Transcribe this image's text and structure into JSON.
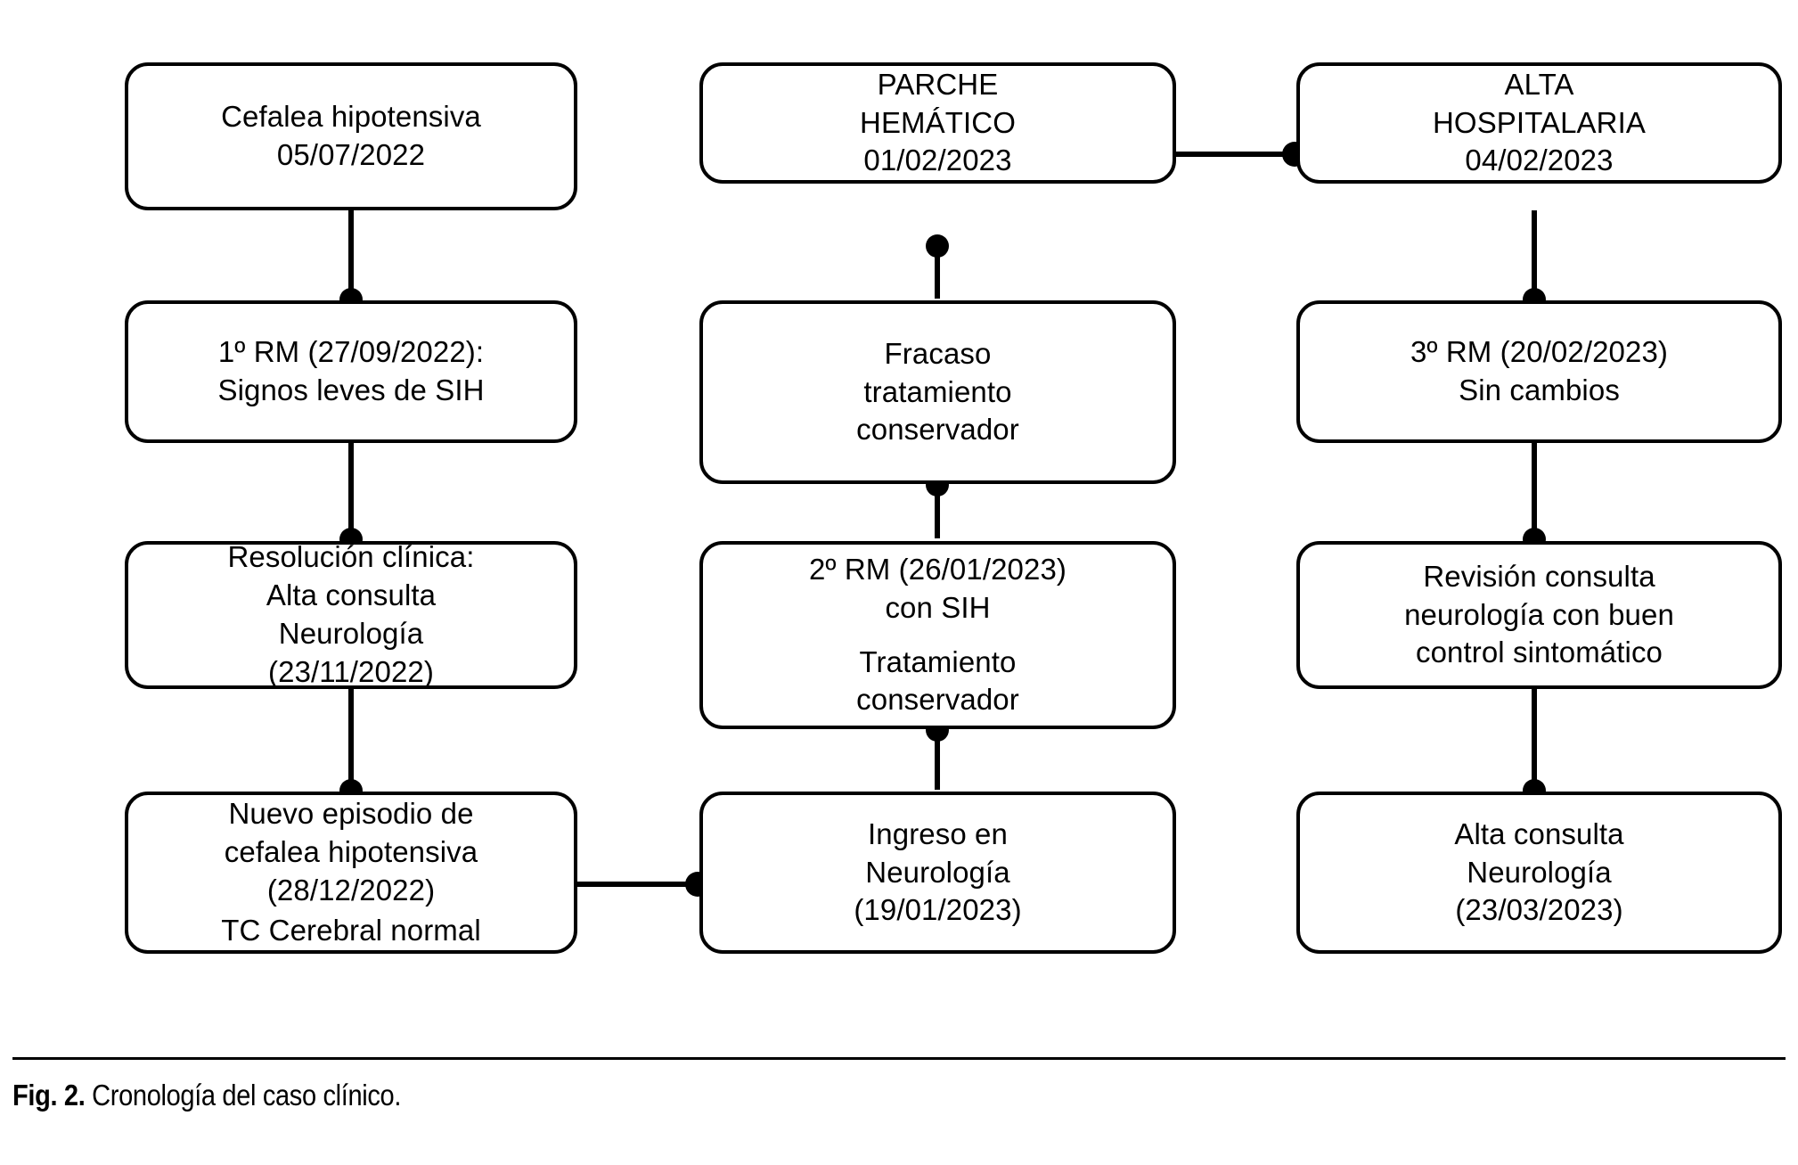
{
  "figure": {
    "label": "Fig. 2.",
    "text": "Cronología del caso clínico.",
    "stroke_color": "#000000",
    "fill_color": "#ffffff"
  },
  "columns": [
    {
      "id": "column-left",
      "nodes": [
        {
          "id": "node-cefalea-hipotensiva",
          "lines": [
            "Cefalea hipotensiva",
            "05/07/2022"
          ]
        },
        {
          "id": "node-1rm",
          "lines": [
            "1º RM (27/09/2022):",
            "Signos leves de SIH"
          ]
        },
        {
          "id": "node-resolucion-clinica",
          "lines": [
            "Resolución clínica:",
            "",
            "Alta consulta",
            "Neurología",
            "(23/11/2022)"
          ]
        },
        {
          "id": "node-nuevo-episodio",
          "lines": [
            "Nuevo episodio de",
            "cefalea hipotensiva",
            "(28/12/2022)",
            "",
            "TC Cerebral normal"
          ]
        }
      ]
    },
    {
      "id": "column-middle",
      "nodes": [
        {
          "id": "node-parche-hematico",
          "lines": [
            "PARCHE",
            "HEMÁTICO",
            "01/02/2023"
          ]
        },
        {
          "id": "node-fracaso-tratamiento",
          "lines": [
            "Fracaso",
            "tratamiento",
            "conservador"
          ]
        },
        {
          "id": "node-2rm",
          "lines": [
            "2º RM (26/01/2023)",
            "con SIH",
            "",
            "Tratamiento",
            "conservador"
          ]
        },
        {
          "id": "node-ingreso-neurologia",
          "lines": [
            "Ingreso en",
            "Neurología",
            "(19/01/2023)"
          ]
        }
      ]
    },
    {
      "id": "column-right",
      "nodes": [
        {
          "id": "node-alta-hospitalaria",
          "lines": [
            "ALTA",
            "HOSPITALARIA",
            "04/02/2023"
          ]
        },
        {
          "id": "node-3rm",
          "lines": [
            "3º RM (20/02/2023)",
            "Sin cambios"
          ]
        },
        {
          "id": "node-revision-consulta",
          "lines": [
            "Revisión consulta",
            "neurología con buen",
            "control sintomático"
          ]
        },
        {
          "id": "node-alta-consulta",
          "lines": [
            "Alta consulta",
            "Neurología",
            "(23/03/2023)"
          ]
        }
      ]
    }
  ],
  "connectors": [
    {
      "id": "conn-cefalea-to-1rm",
      "type": "vertical"
    },
    {
      "id": "conn-1rm-to-resolucion",
      "type": "vertical"
    },
    {
      "id": "conn-resolucion-to-nuevo",
      "type": "vertical"
    },
    {
      "id": "conn-nuevo-to-ingreso",
      "type": "horizontal"
    },
    {
      "id": "conn-ingreso-to-2rm",
      "type": "vertical"
    },
    {
      "id": "conn-2rm-to-fracaso",
      "type": "vertical"
    },
    {
      "id": "conn-fracaso-to-parche",
      "type": "vertical"
    },
    {
      "id": "conn-parche-to-alta-hospitalaria",
      "type": "horizontal"
    },
    {
      "id": "conn-alta-hospitalaria-to-3rm",
      "type": "vertical"
    },
    {
      "id": "conn-3rm-to-revision",
      "type": "vertical"
    },
    {
      "id": "conn-revision-to-alta-consulta",
      "type": "vertical"
    }
  ]
}
